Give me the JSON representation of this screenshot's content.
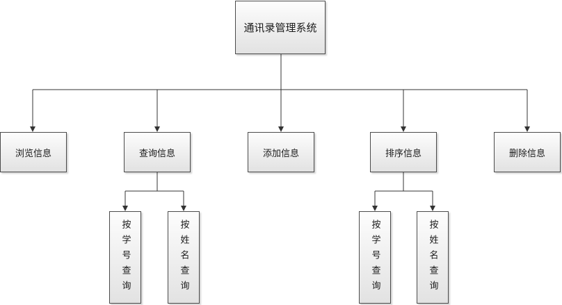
{
  "root": {
    "label": "通讯录管理系统"
  },
  "branches": [
    {
      "label": "浏览信息"
    },
    {
      "label": "查询信息",
      "children": [
        {
          "label": "按学号查询"
        },
        {
          "label": "按姓名查询"
        }
      ]
    },
    {
      "label": "添加信息"
    },
    {
      "label": "排序信息",
      "children": [
        {
          "label": "按学号查询"
        },
        {
          "label": "按姓名查询"
        }
      ]
    },
    {
      "label": "删除信息"
    }
  ],
  "colors": {
    "line": "#333333",
    "border": "#4a4a4a"
  }
}
